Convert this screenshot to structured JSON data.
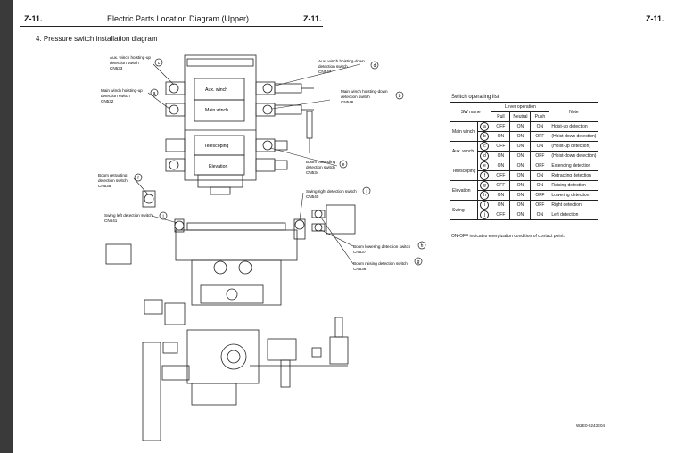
{
  "header": {
    "code_left": "Z-11.",
    "title": "Electric Parts Location Diagram (Upper)",
    "code_mid": "Z-11.",
    "code_right": "Z-11."
  },
  "section": {
    "title": "4.  Pressure switch installation diagram"
  },
  "callouts": {
    "aux_up": {
      "line1": "Aux. winch hoisting-up",
      "line2": "detection switch",
      "cn": "CN533",
      "letter": "c"
    },
    "main_up": {
      "line1": "Main winch hoisting-up",
      "line2": "detection switch",
      "cn": "CN532",
      "letter": "a"
    },
    "aux_down": {
      "line1": "Aux. winch hoisting-down",
      "line2": "detection switch",
      "cn": "CN547",
      "letter": "d"
    },
    "main_down": {
      "line1": "Main winch hoisting-down",
      "line2": "detection switch",
      "cn": "CN546",
      "letter": "b"
    },
    "boom_ext": {
      "line1": "Boom extending",
      "line2": "detection switch",
      "cn": "CN534",
      "letter": "e"
    },
    "boom_retr": {
      "line1": "Boom retracting",
      "line2": "detection switch",
      "cn": "CN535",
      "letter": "f"
    },
    "swing_right": {
      "line1": "Swing right detection switch",
      "cn": "CN540",
      "letter": "i"
    },
    "swing_left": {
      "line1": "Swing left detection switch",
      "cn": "CN541",
      "letter": "j"
    },
    "boom_lower": {
      "line1": "Boom lowering detection switch",
      "cn": "CN537",
      "letter": "h"
    },
    "boom_raise": {
      "line1": "Boom raising detection switch",
      "cn": "CN536",
      "letter": "g"
    }
  },
  "block_labels": {
    "aux": "Aux. winch",
    "main": "Main winch",
    "tele": "Telescoping",
    "elev": "Elevation"
  },
  "table": {
    "caption": "Switch operating list",
    "h_sw": "SW name",
    "h_lever": "Lever operation",
    "h_note": "Note",
    "h_pull": "Pull",
    "h_neutral": "Neutral",
    "h_push": "Push",
    "groups": [
      {
        "name": "Main winch",
        "rows": [
          {
            "sym": "a",
            "pull": "OFF",
            "neutral": "ON",
            "push": "ON",
            "note": "Hoist-up detection"
          },
          {
            "sym": "b",
            "pull": "ON",
            "neutral": "ON",
            "push": "OFF",
            "note": "(Hoist-down detection)"
          }
        ]
      },
      {
        "name": "Aux. winch",
        "rows": [
          {
            "sym": "c",
            "pull": "OFF",
            "neutral": "ON",
            "push": "ON",
            "note": "(Hoist-up detection)"
          },
          {
            "sym": "d",
            "pull": "ON",
            "neutral": "ON",
            "push": "OFF",
            "note": "(Hoist-down detection)"
          }
        ]
      },
      {
        "name": "Telescoping",
        "rows": [
          {
            "sym": "e",
            "pull": "ON",
            "neutral": "ON",
            "push": "OFF",
            "note": "Extending detection"
          },
          {
            "sym": "f",
            "pull": "OFF",
            "neutral": "ON",
            "push": "ON",
            "note": "Retracting detection"
          }
        ]
      },
      {
        "name": "Elevation",
        "rows": [
          {
            "sym": "g",
            "pull": "OFF",
            "neutral": "ON",
            "push": "ON",
            "note": "Raising detection"
          },
          {
            "sym": "h",
            "pull": "ON",
            "neutral": "ON",
            "push": "OFF",
            "note": "Lowering detection"
          }
        ]
      },
      {
        "name": "Swing",
        "rows": [
          {
            "sym": "i",
            "pull": "ON",
            "neutral": "ON",
            "push": "OFF",
            "note": "Right detection"
          },
          {
            "sym": "j",
            "pull": "OFF",
            "neutral": "ON",
            "push": "ON",
            "note": "Left detection"
          }
        ]
      }
    ],
    "footnote": "ON-OFF indicates energization condition of contact point."
  },
  "drawing_code": "WZE0-5243E04"
}
